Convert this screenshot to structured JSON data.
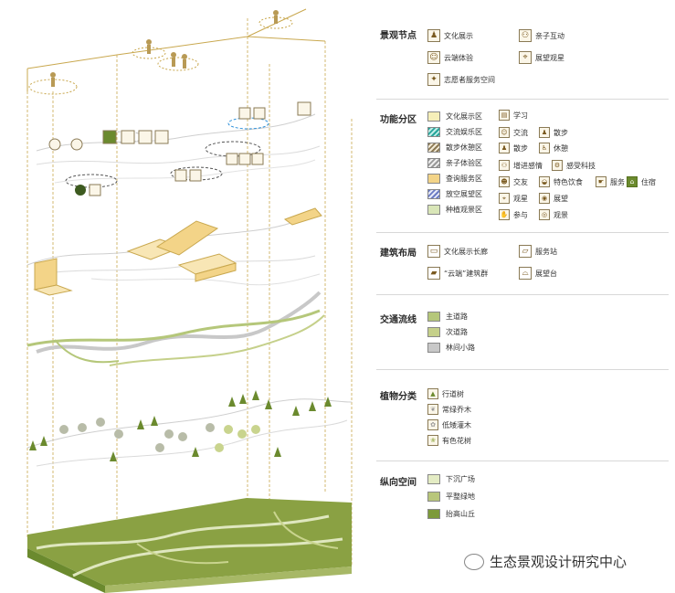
{
  "legend": {
    "nodes": {
      "title": "景观节点",
      "items": [
        {
          "icon": "figure-icon",
          "label": "文化展示"
        },
        {
          "icon": "parent-child-icon",
          "label": "亲子互动"
        },
        {
          "icon": "family-icon",
          "label": "云端体验"
        },
        {
          "icon": "telescope-icon",
          "label": "展望观星"
        },
        {
          "icon": "walker-icon",
          "label": "志愿者服务空间"
        }
      ]
    },
    "zones": {
      "title": "功能分区",
      "items": [
        {
          "label": "文化展示区",
          "color": "#f6efb9"
        },
        {
          "label": "交流娱乐区",
          "color": "#27a59b"
        },
        {
          "label": "散步休憩区",
          "color": "#8c7a55"
        },
        {
          "label": "亲子体验区",
          "color": "#999999"
        },
        {
          "label": "查询服务区",
          "color": "#f3d488"
        },
        {
          "label": "放空展望区",
          "color": "#6b7cc4"
        },
        {
          "label": "种植观景区",
          "color": "#d9e6b8"
        }
      ],
      "activities": [
        {
          "label": "学习"
        },
        {
          "label": "交流"
        },
        {
          "label": "散步"
        },
        {
          "label": "散步"
        },
        {
          "label": "休憩"
        },
        {
          "label": "增进感情"
        },
        {
          "label": "感受科技"
        },
        {
          "label": "交友"
        },
        {
          "label": "特色饮食"
        },
        {
          "label": "服务"
        },
        {
          "label": "住宿"
        },
        {
          "label": "观星"
        },
        {
          "label": "展望"
        },
        {
          "label": "参与"
        },
        {
          "label": "观景"
        }
      ]
    },
    "buildings": {
      "title": "建筑布局",
      "items": [
        {
          "label": "文化展示长廊"
        },
        {
          "label": "服务站"
        },
        {
          "label": "“云端”建筑群"
        },
        {
          "label": "展望台"
        }
      ]
    },
    "traffic": {
      "title": "交通流线",
      "items": [
        {
          "label": "主道路",
          "color": "#b5c77a"
        },
        {
          "label": "次道路",
          "color": "#c5d08a"
        },
        {
          "label": "林间小路",
          "color": "#c8c8c8"
        }
      ]
    },
    "plants": {
      "title": "植物分类",
      "items": [
        {
          "label": "行道树"
        },
        {
          "label": "常绿乔木"
        },
        {
          "label": "低矮灌木"
        },
        {
          "label": "有色花树"
        }
      ]
    },
    "vertical": {
      "title": "纵向空间",
      "items": [
        {
          "label": "下沉广场",
          "color": "#e4ecc4"
        },
        {
          "label": "平整绿地",
          "color": "#b8c67a"
        },
        {
          "label": "抬高山丘",
          "color": "#7d9a3a"
        }
      ]
    }
  },
  "colors": {
    "accent_gold": "#c9a84f",
    "olive": "#7d9a3a",
    "olive_dark": "#56711f"
  },
  "watermark": "生态景观设计研究中心"
}
